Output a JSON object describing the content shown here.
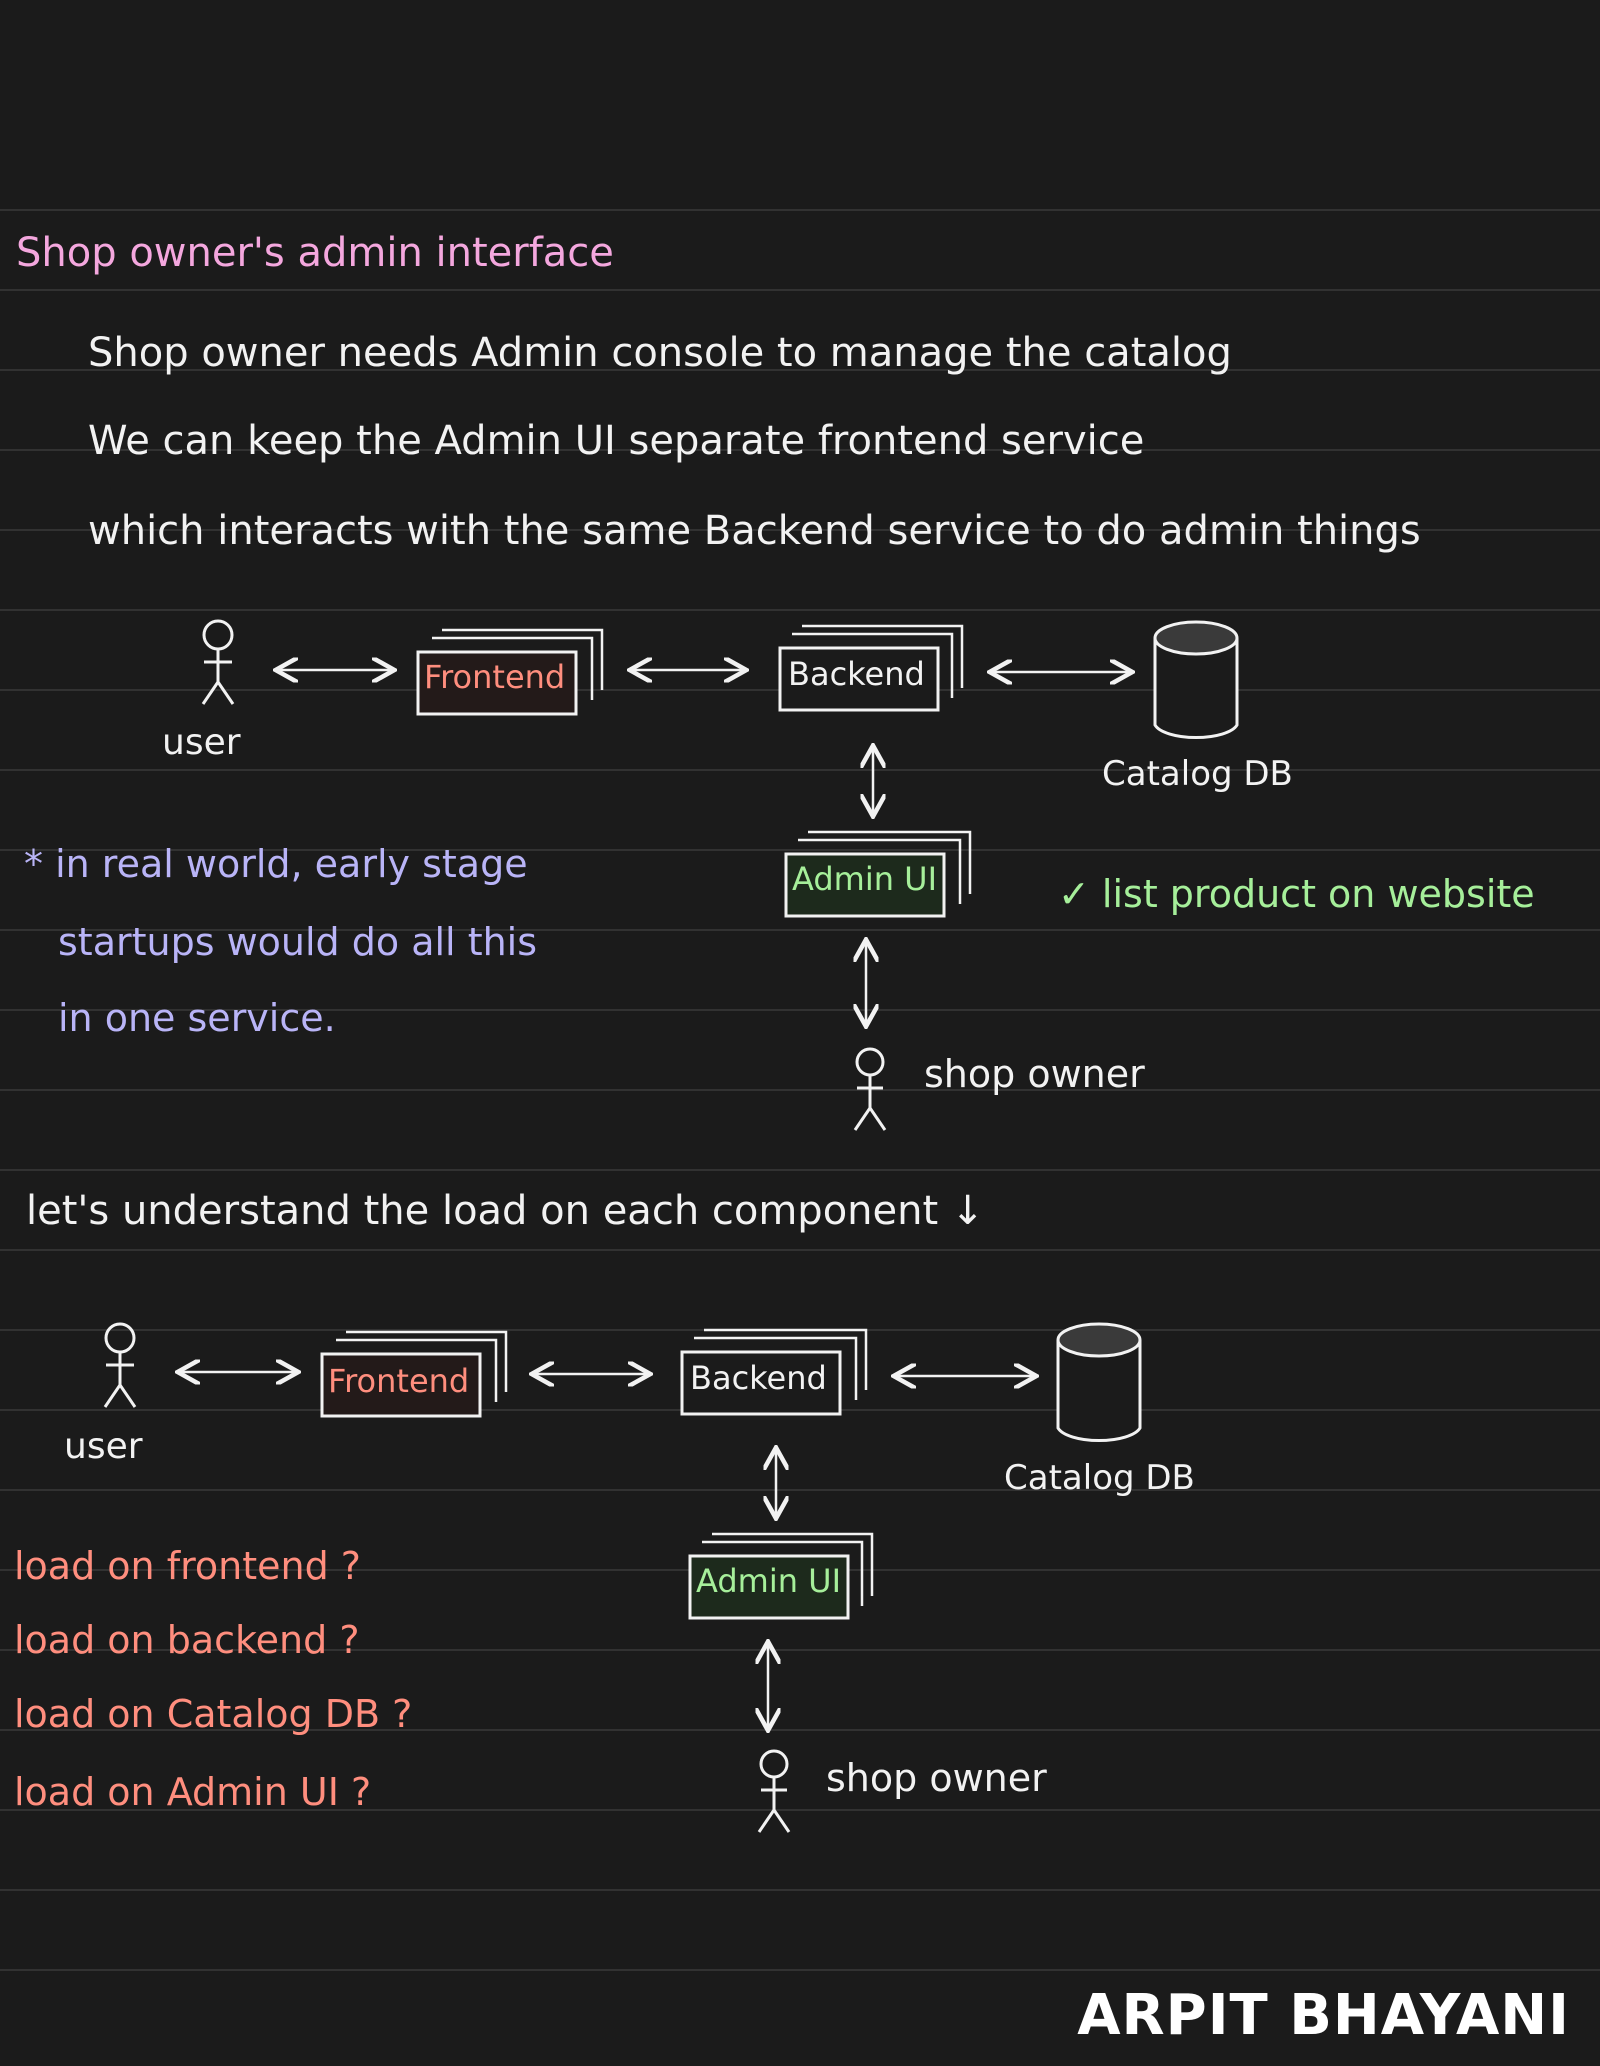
{
  "title": "Shop owner's admin interface",
  "lines": [
    "Shop owner needs Admin console to manage the catalog",
    "We can keep the Admin UI separate frontend service",
    "which interacts with the same Backend service to do admin things"
  ],
  "diagram": {
    "user_label": "user",
    "frontend_label": "Frontend",
    "backend_label": "Backend",
    "db_label": "Catalog DB",
    "admin_label": "Admin UI",
    "owner_label": "shop owner"
  },
  "note_lines": [
    "* in real world, early stage",
    "startups would do all this",
    "in one service."
  ],
  "check_note": "✓ list product on website",
  "section2": "let's understand the load on each component ↓",
  "questions": [
    "load on frontend ?",
    "load on backend ?",
    "load on Catalog DB ?",
    "load on Admin UI ?"
  ],
  "brand": "ARPIT BHAYANI",
  "colors": {
    "background": "#1b1b1b",
    "title": "#f4a7de",
    "frontend": "#ff8e7e",
    "admin": "#a6ef9a",
    "note": "#b9b4f7",
    "question": "#ff8e7e"
  }
}
